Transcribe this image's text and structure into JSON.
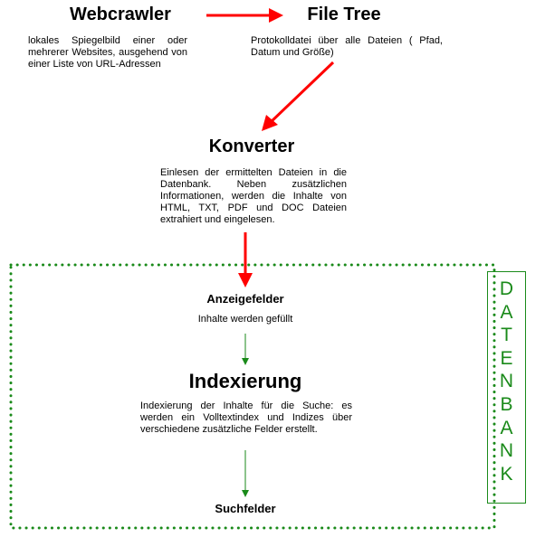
{
  "webcrawler": {
    "title": "Webcrawler",
    "description": "lokales Spiegelbild einer oder mehrerer Websites, ausgehend von einer Liste von URL-Adressen"
  },
  "file_tree": {
    "title": "File Tree",
    "description": "Protokolldatei über alle Dateien ( Pfad, Datum und Größe)"
  },
  "konverter": {
    "title": "Konverter",
    "description": "Einlesen der ermittelten Dateien in die Datenbank. Neben zusätzlichen Informationen, werden die Inhalte von HTML, TXT, PDF und DOC Dateien extrahiert und eingelesen."
  },
  "anzeigefelder": {
    "title": "Anzeigefelder",
    "description": "Inhalte werden gefüllt"
  },
  "indexierung": {
    "title": "Indexierung",
    "description": "Indexierung der Inhalte für die Suche: es werden ein Volltextindex und Indizes über verschiedene zusätzliche Felder erstellt."
  },
  "suchfelder": {
    "title": "Suchfelder"
  },
  "datenbank": {
    "letters": [
      "D",
      "A",
      "T",
      "E",
      "N",
      "B",
      "A",
      "N",
      "K"
    ]
  },
  "colors": {
    "flow_arrow": "#ff0000",
    "database": "#1a8a1a"
  }
}
